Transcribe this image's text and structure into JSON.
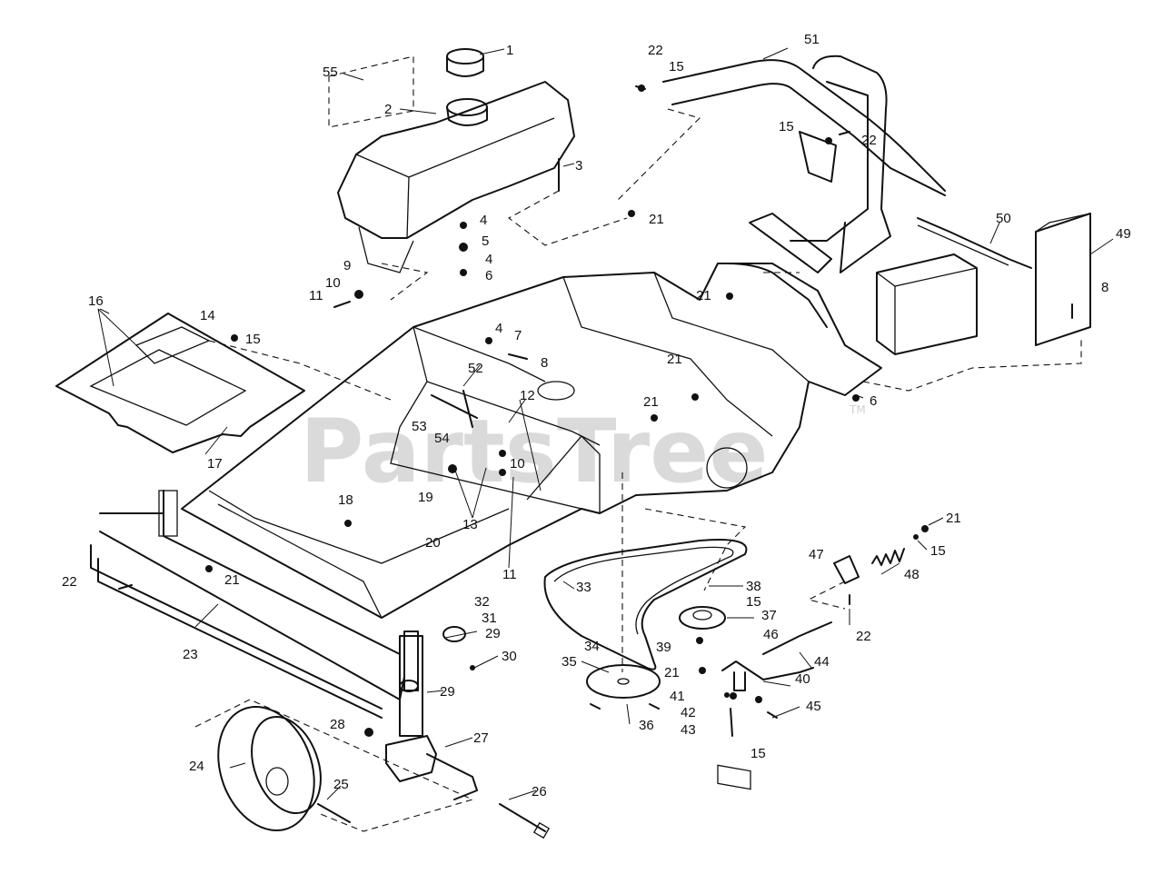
{
  "watermark": {
    "text": "PartsTree",
    "tm": "TM"
  },
  "callouts": {
    "c1": "1",
    "c2": "2",
    "c3": "3",
    "c4a": "4",
    "c4b": "4",
    "c4c": "4",
    "c5": "5",
    "c6a": "6",
    "c6b": "6",
    "c7": "7",
    "c8a": "8",
    "c8b": "8",
    "c9": "9",
    "c10a": "10",
    "c10b": "10",
    "c11a": "11",
    "c11b": "11",
    "c12": "12",
    "c13": "13",
    "c14": "14",
    "c15a": "15",
    "c15b": "15",
    "c15c": "15",
    "c15d": "15",
    "c15e": "15",
    "c15f": "15",
    "c16": "16",
    "c17": "17",
    "c18": "18",
    "c19": "19",
    "c20": "20",
    "c21a": "21",
    "c21b": "21",
    "c21c": "21",
    "c21d": "21",
    "c21e": "21",
    "c21f": "21",
    "c21g": "21",
    "c22a": "22",
    "c22b": "22",
    "c22c": "22",
    "c22d": "22",
    "c23": "23",
    "c24": "24",
    "c25": "25",
    "c26": "26",
    "c27": "27",
    "c28": "28",
    "c29a": "29",
    "c29b": "29",
    "c30": "30",
    "c31": "31",
    "c32": "32",
    "c33": "33",
    "c34": "34",
    "c35": "35",
    "c36": "36",
    "c37": "37",
    "c38": "38",
    "c39": "39",
    "c40": "40",
    "c41": "41",
    "c42": "42",
    "c43": "43",
    "c44": "44",
    "c45": "45",
    "c46": "46",
    "c47": "47",
    "c48": "48",
    "c49": "49",
    "c50": "50",
    "c51": "51",
    "c52": "52",
    "c53": "53",
    "c54": "54",
    "c55": "55"
  }
}
